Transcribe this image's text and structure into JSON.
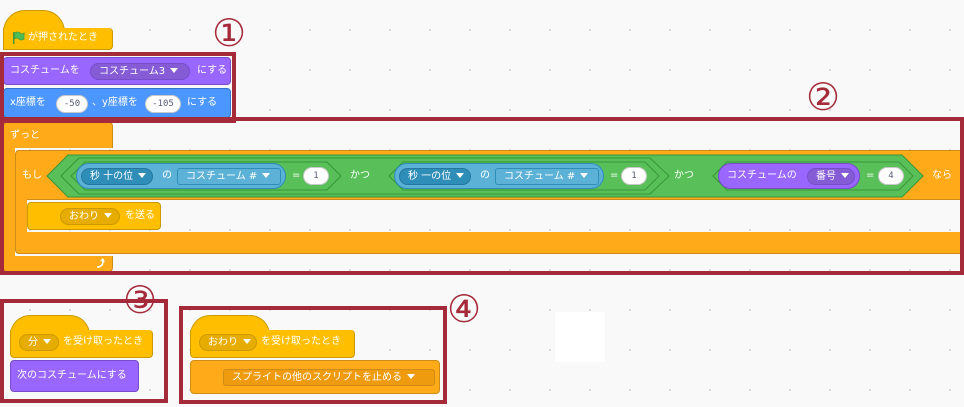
{
  "script1": {
    "hat_label": "が押されたとき",
    "switch_costume": {
      "prefix": "コスチュームを",
      "costume": "コスチューム3",
      "suffix": "にする"
    },
    "goto_xy": {
      "x_label": "x座標を",
      "x_value": "-50",
      "sep": "、y座標を",
      "y_value": "-105",
      "suffix": "にする"
    },
    "forever_label": "ずっと",
    "if": {
      "prefix": "もし",
      "suffix": "なら",
      "cond1": {
        "timer": "秒 十の位",
        "of": "の",
        "attr": "コスチューム #",
        "eq": "=",
        "value": "1"
      },
      "and1": "かつ",
      "cond2": {
        "timer": "秒 一の位",
        "of": "の",
        "attr": "コスチューム #",
        "eq": "=",
        "value": "1"
      },
      "and2": "かつ",
      "cond3": {
        "label": "コスチュームの",
        "attr": "番号",
        "eq": "=",
        "value": "4"
      },
      "broadcast": {
        "message": "おわり",
        "suffix": "を送る"
      }
    }
  },
  "script2": {
    "hat": {
      "message": "分",
      "suffix": "を受け取ったとき"
    },
    "next_costume": "次のコスチュームにする"
  },
  "script3": {
    "hat": {
      "message": "おわり",
      "suffix": "を受け取ったとき"
    },
    "stop": "スプライトの他のスクリプトを止める"
  },
  "markers": [
    "①",
    "②",
    "③",
    "④"
  ],
  "colors": {
    "event": "#ffbf00",
    "control": "#ffab19",
    "looks": "#9966ff",
    "motion": "#4c97ff",
    "operators": "#59c059",
    "sensing": "#5cb1d6",
    "annotation": "#a52a3a"
  }
}
